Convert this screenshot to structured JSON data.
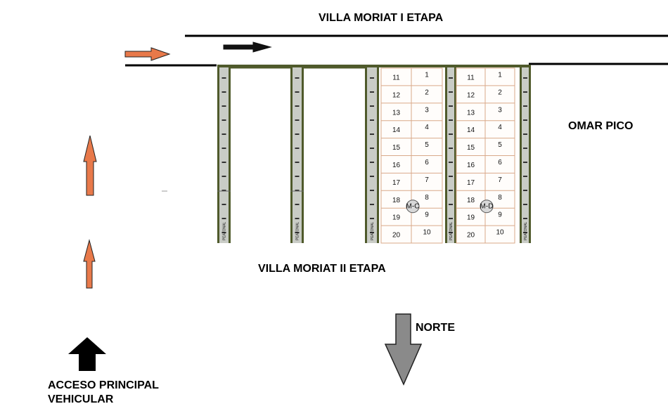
{
  "labels": {
    "street_top": "VILLA MORIAT I ETAPA",
    "street_bottom": "VILLA MORIAT II ETAPA",
    "right_side": "OMAR PICO",
    "north": "NORTE",
    "access_line1": "ACCESO PRINCIPAL",
    "access_line2": "VEHICULAR"
  },
  "pedestrian_label": "PEATONAL",
  "blocks": [
    {
      "id": "M-C",
      "right_column": [
        "1",
        "2",
        "3",
        "4",
        "5",
        "6",
        "7",
        "8",
        "9",
        "10"
      ],
      "left_column": [
        "11",
        "12",
        "13",
        "14",
        "15",
        "16",
        "17",
        "18",
        "19",
        "20"
      ]
    },
    {
      "id": "M-D",
      "right_column": [
        "1",
        "2",
        "3",
        "4",
        "5",
        "6",
        "7",
        "8",
        "9",
        "10"
      ],
      "left_column": [
        "11",
        "12",
        "13",
        "14",
        "15",
        "16",
        "17",
        "18",
        "19",
        "20"
      ]
    }
  ],
  "colors": {
    "road_line": "#000000",
    "walkway_green": "#4f5a2b",
    "walkway_gray": "#c9ccc6",
    "lot_line": "#d9a98a",
    "arrow_orange": "#e8794a",
    "north_arrow": "#8a8a8a"
  },
  "icons": [
    "orange-arrow-icon",
    "black-arrow-icon",
    "north-arrow-icon"
  ]
}
